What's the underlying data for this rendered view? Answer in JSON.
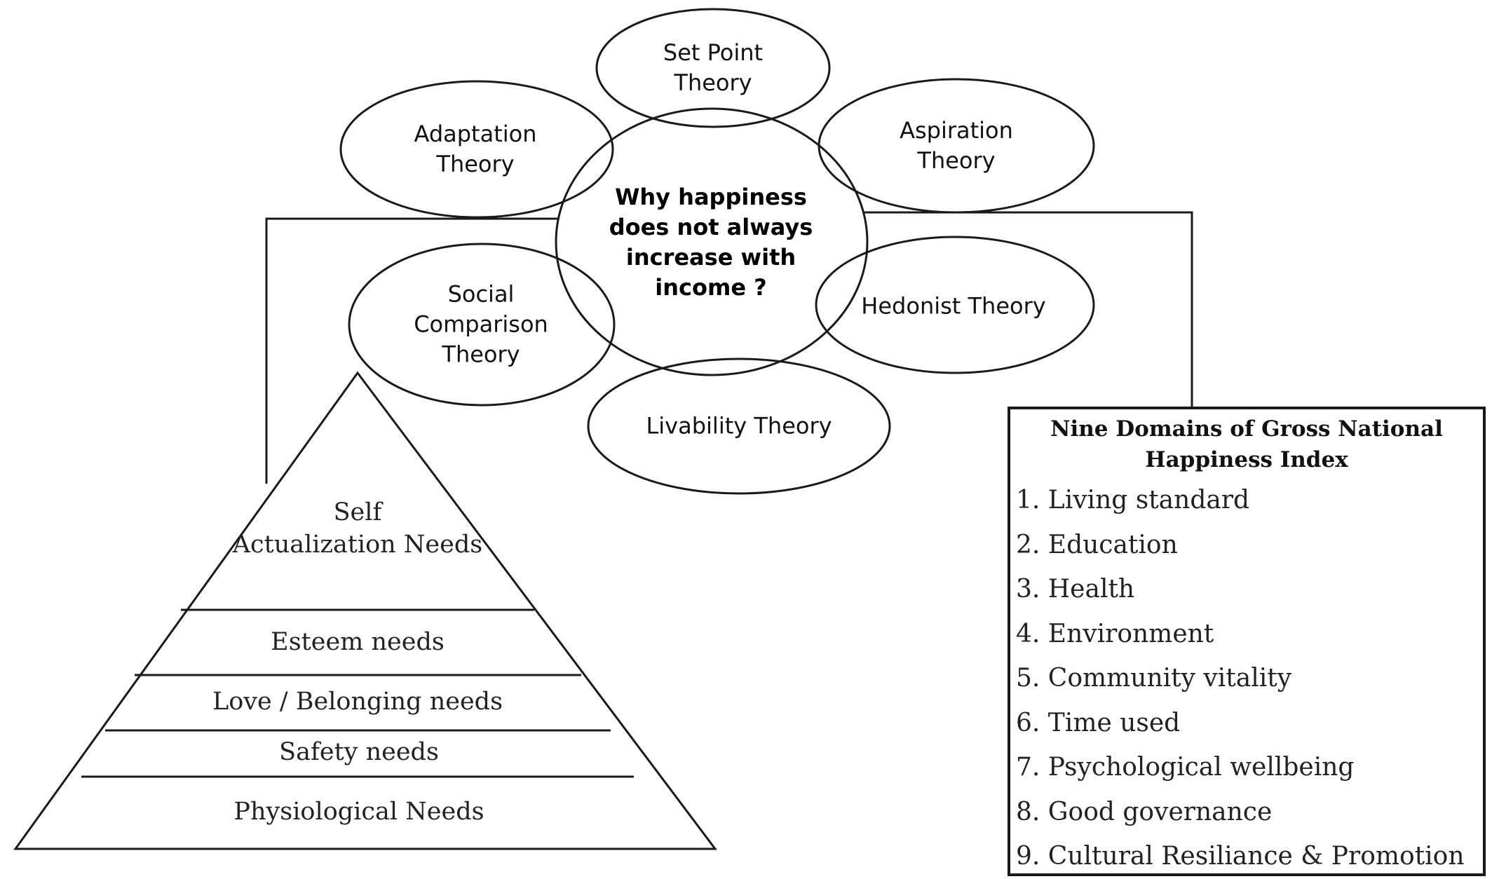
{
  "center_question": "Why happiness\ndoes not always\nincrease with\nincome ?",
  "theories": [
    {
      "id": "set-point",
      "label": "Set Point\nTheory"
    },
    {
      "id": "adaptation",
      "label": "Adaptation\nTheory"
    },
    {
      "id": "aspiration",
      "label": "Aspiration\nTheory"
    },
    {
      "id": "social-comparison",
      "label": "Social\nComparison\nTheory"
    },
    {
      "id": "hedonist",
      "label": "Hedonist  Theory"
    },
    {
      "id": "livability",
      "label": "Livability Theory"
    }
  ],
  "pyramid": {
    "levels": [
      "Self\nActualization Needs",
      "Esteem needs",
      "Love / Belonging needs",
      "Safety needs",
      "Physiological Needs"
    ]
  },
  "gnh_index": {
    "title": "Nine Domains of Gross National\nHappiness Index",
    "items": [
      "1. Living standard",
      "2. Education",
      "3. Health",
      "4. Environment",
      "5. Community vitality",
      "6. Time used",
      "7. Psychological wellbeing",
      "8. Good governance",
      "9. Cultural Resiliance & Promotion"
    ]
  }
}
